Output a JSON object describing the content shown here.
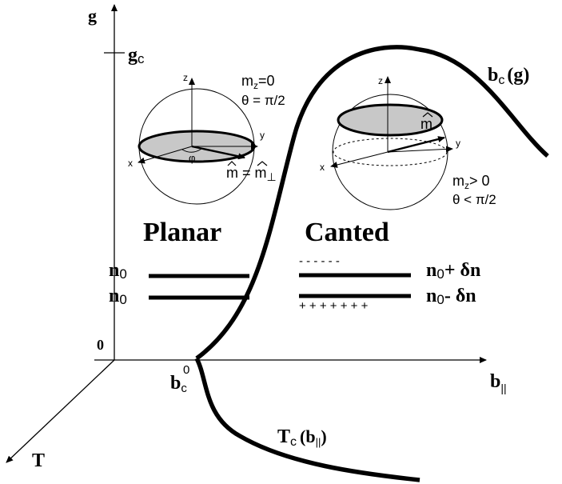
{
  "axes": {
    "g": "g",
    "g_sub": "c",
    "g_tick_main": "g",
    "origin": "0",
    "b_par": "b",
    "b_par_sub": "||",
    "T": "T",
    "bc0_main": "b",
    "bc0_sub": "c",
    "bc0_sup": "0"
  },
  "curves": {
    "bcg_main": "b",
    "bcg_sub": "c",
    "bcg_arg": "(g)",
    "tc_main": "T",
    "tc_sub": "c",
    "tc_arg_open": "(b",
    "tc_arg_sub": "||",
    "tc_arg_close": ")"
  },
  "phases": {
    "planar": "Planar",
    "canted": "Canted"
  },
  "planar_sphere": {
    "z": "z",
    "y": "y",
    "x": "x",
    "phi": "φ",
    "mz": "m",
    "mz_sub": "z",
    "mz_val": "=0",
    "theta": "θ = π/2",
    "m_label": "m = m",
    "m_perp_sub": "⊥"
  },
  "canted_sphere": {
    "z": "z",
    "y": "y",
    "x": "x",
    "m_label": "m",
    "mz": "m",
    "mz_sub": "z",
    "mz_val": "> 0",
    "theta": "θ < π/2"
  },
  "levels": {
    "n": "n",
    "n_sub": "0",
    "plus_dn": "+ δn",
    "minus_dn": "- δn",
    "minus_signs": "-  -  -  -  -  -",
    "plus_signs": "+  +  +  +  +  +  +"
  }
}
